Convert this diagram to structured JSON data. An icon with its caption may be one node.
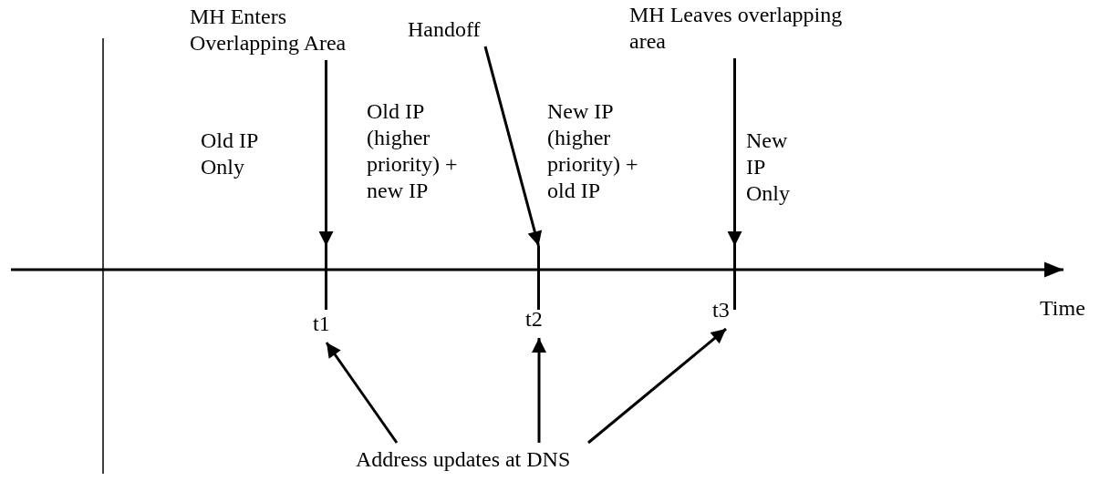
{
  "diagram": {
    "nodes": [
      {
        "text": [
          "MH Enters Overlapping Area"
        ]
      },
      {
        "text": [
          "Handoff"
        ]
      },
      {
        "text": [
          "MH Leaves overlapping area"
        ]
      },
      {
        "text": [],
        "shape": "bar"
      },
      {
        "text": [],
        "shape": "bar"
      },
      {
        "text": [],
        "shape": "bar"
      },
      {
        "text": [
          "t1"
        ]
      },
      {
        "text": [
          "t2"
        ]
      },
      {
        "text": [
          "t3"
        ]
      },
      {
        "text": [
          "Address updates at DNS"
        ]
      }
    ],
    "edges": [
      {
        "from": 0,
        "to": 3,
        "arrow": "to"
      },
      {
        "from": 1,
        "to": 4,
        "arrow": "to"
      },
      {
        "from": 2,
        "to": 5,
        "arrow": "to"
      },
      {
        "from": 9,
        "to": 6,
        "arrow": "to"
      },
      {
        "from": 9,
        "to": 7,
        "arrow": "to"
      },
      {
        "from": 9,
        "to": 8,
        "arrow": "to"
      }
    ],
    "labels": [
      "Old IP Only",
      "Old IP (higher priority) + new IP",
      "New IP (higher priority) + old IP",
      "New IP Only",
      "Time"
    ]
  }
}
